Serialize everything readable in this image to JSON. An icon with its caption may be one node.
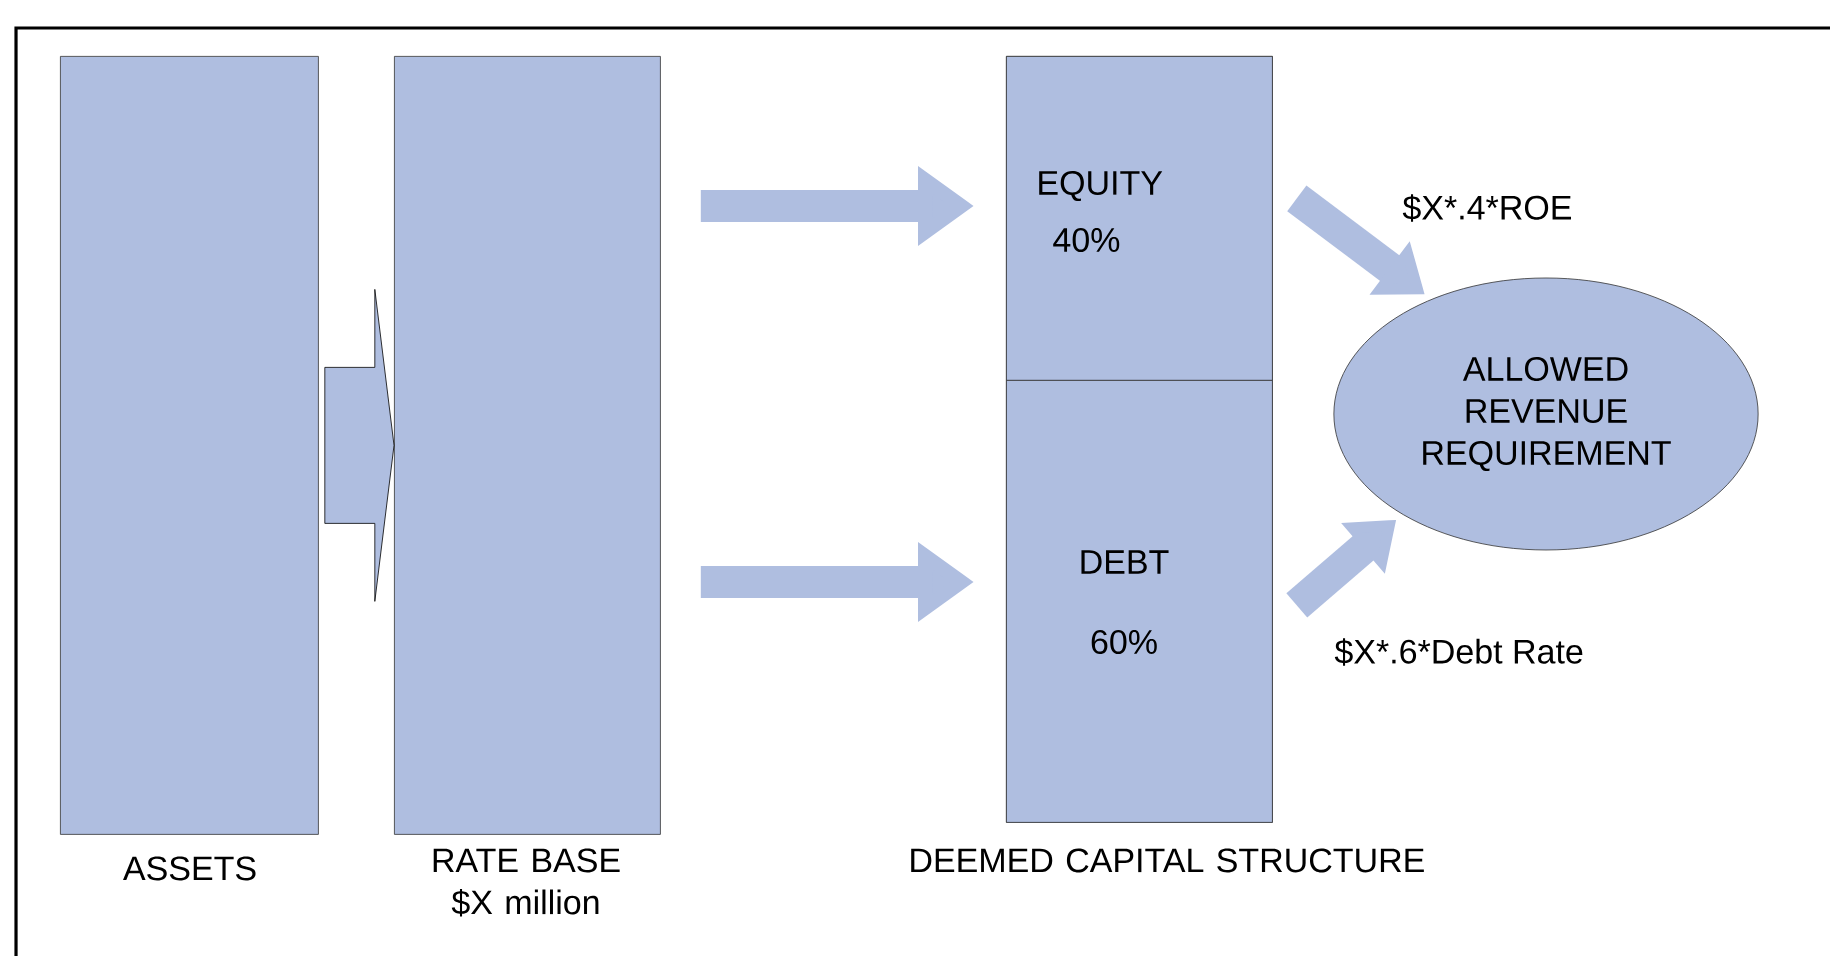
{
  "diagram": {
    "nodes": [
      {
        "text": [
          "ASSETS"
        ]
      },
      {
        "text": [
          "RATE BASE $X million"
        ]
      },
      {
        "text": [
          "DEEMED CAPITAL STRUCTURE"
        ]
      },
      {
        "text": [
          "EQUITY",
          "40%"
        ],
        "in": 2
      },
      {
        "text": [
          "DEBT",
          "60%"
        ],
        "in": 2
      },
      {
        "text": [
          "ALLOWED REVENUE REQUIREMENT"
        ]
      }
    ],
    "edges": [
      {
        "from": 0,
        "to": 1,
        "arrow": "to"
      },
      {
        "from": 1,
        "to": 3,
        "arrow": "to"
      },
      {
        "from": 1,
        "to": 4,
        "arrow": "to"
      },
      {
        "from": 3,
        "to": 5,
        "arrow": "to",
        "label": "$X*.4*ROE"
      },
      {
        "from": 4,
        "to": 5,
        "arrow": "to",
        "label": "$X*.6*Debt Rate"
      }
    ]
  }
}
